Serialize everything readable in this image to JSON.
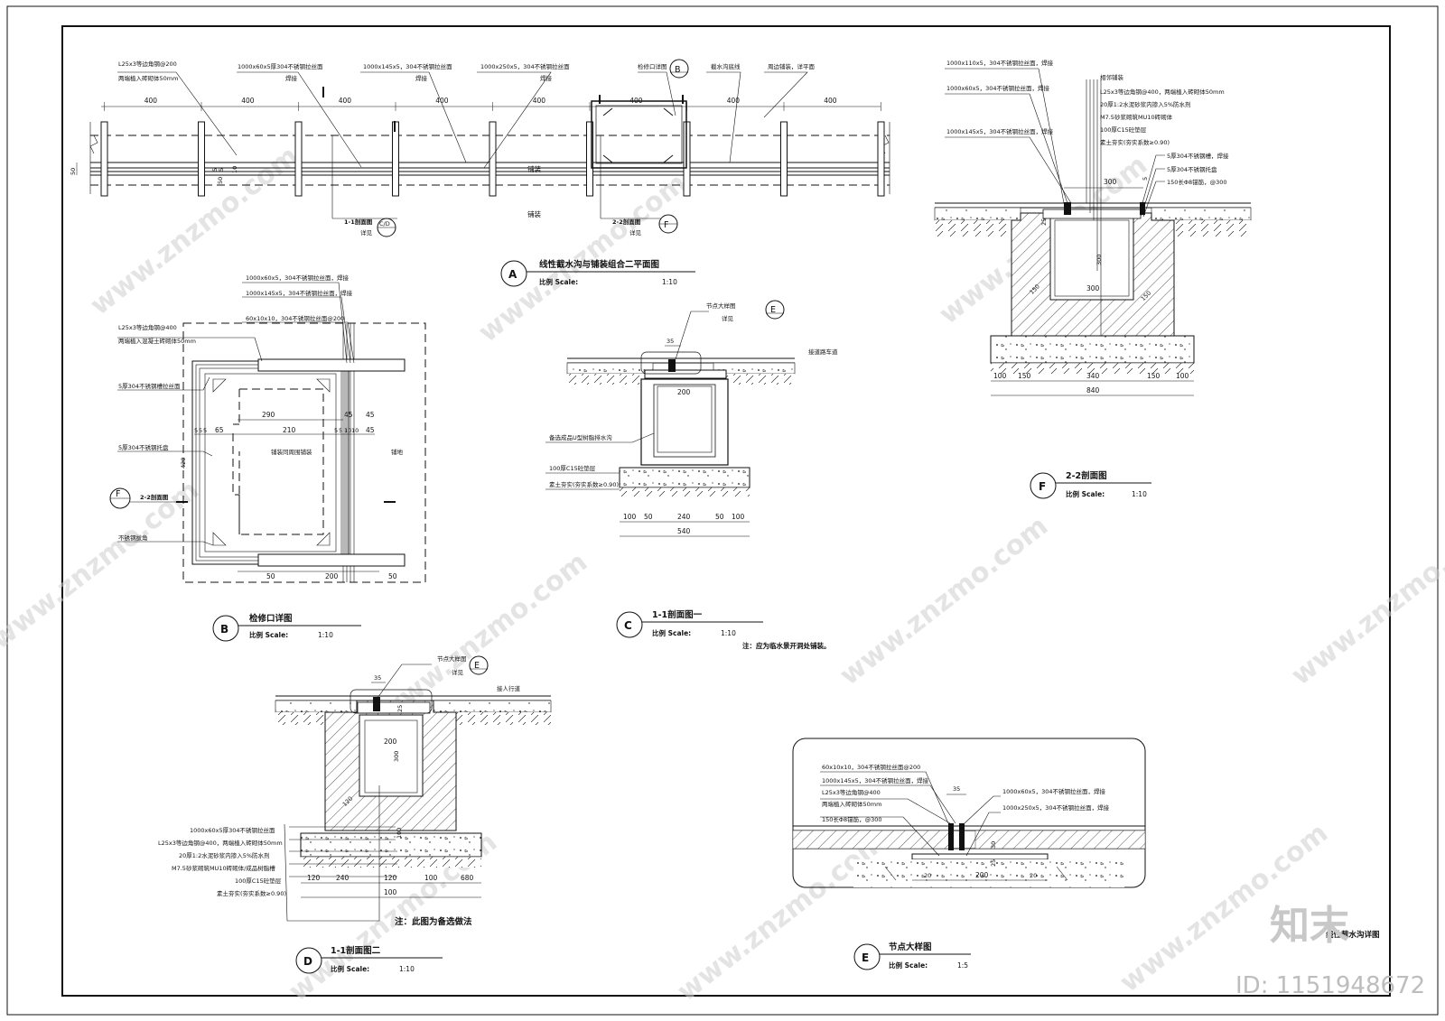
{
  "watermark": {
    "text": "www.znzmo.com",
    "text2": "知末网",
    "logo_text": "知末",
    "id_text": "ID: 1151948672"
  },
  "title_block": {
    "text": "线性截水沟详图"
  },
  "planA": {
    "title": "线性截水沟与铺装组合二平面图",
    "marker": "A",
    "scale_label": "比例 Scale:",
    "scale": "1:10",
    "labels": {
      "l1": "L25x3等边角钢@200",
      "l1b": "两端植入砖砌体50mm",
      "l2": "1000x60x5厚304不锈钢拉丝面",
      "l2b": "焊接",
      "l3": "1000x145x5，304不锈钢拉丝面",
      "l3b": "焊接",
      "l4": "1000x250x5，304不锈钢拉丝面",
      "l4b": "焊接",
      "l5": "检修口详图",
      "l6": "截水沟底线",
      "l7": "周边铺装，详平面",
      "paving1": "铺装",
      "paving2": "铺装",
      "sec1": "1-1剖面图",
      "sec1ref": "C/D",
      "sec1see": "详见",
      "sec2": "2-2剖面图",
      "sec2ref": "F",
      "sec2see": "详见",
      "refB": "B"
    },
    "dims": [
      "400",
      "400",
      "400",
      "400",
      "400",
      "400",
      "400",
      "400"
    ],
    "side_dims": [
      "50",
      "5",
      "5",
      "10",
      "50"
    ]
  },
  "planB": {
    "title": "检修口详图",
    "marker": "B",
    "scale_label": "比例 Scale:",
    "scale": "1:10",
    "labels": {
      "l1": "1000x60x5，304不锈钢拉丝面，焊接",
      "l2": "1000x145x5，304不锈钢拉丝面，焊接",
      "l3": "60x10x10，304不锈钢拉丝面@200",
      "l4": "L25x3等边角钢@400",
      "l4b": "两端植入混凝土砖砌体50mm",
      "l5": "5厚304不锈钢槽拉丝面",
      "l6": "5厚304不锈钢托盘",
      "l7": "不锈钢拔角",
      "inner": "铺装同周围铺装",
      "outer": "铺地",
      "sec": "2-2剖面图",
      "secref": "F"
    },
    "dims": {
      "d290": "290",
      "d45a": "45",
      "d45b": "45",
      "d5a": "5",
      "d5b": "5",
      "d5c": "5",
      "d65": "65",
      "d210": "210",
      "d5d": "5",
      "d5e": "5",
      "d10a": "10",
      "d10b": "10",
      "d45c": "45",
      "d50a": "50",
      "d200": "200",
      "d50b": "50",
      "d420": "420"
    }
  },
  "secC": {
    "title": "1-1剖面图一",
    "marker": "C",
    "scale_label": "比例 Scale:",
    "scale": "1:10",
    "note": "注：应为临水景开洞处铺装。",
    "labels": {
      "node": "节点大样图",
      "nodeRef": "E",
      "see": "详见",
      "road": "接道路车道",
      "l1": "备选成品U型树脂排水沟",
      "l2": "100厚C15砼垫层",
      "l3": "素土夯实(夯实系数≥0.90)"
    },
    "dims": [
      "35",
      "200",
      "100",
      "50",
      "240",
      "50",
      "100",
      "540"
    ]
  },
  "secD": {
    "title": "1-1剖面图二",
    "marker": "D",
    "scale_label": "比例 Scale:",
    "scale": "1:10",
    "note": "注：此图为备选做法",
    "labels": {
      "node": "节点大样图",
      "nodeRef": "E",
      "see": "详见",
      "road": "接人行道",
      "l1": "1000x60x5厚304不锈钢拉丝面",
      "l2": "L25x3等边角钢@400，两端植入砖砌体50mm",
      "l3": "20厚1:2水泥砂浆内掺入5%防水剂",
      "l4": "M7.5砂浆砌筑MU10砖砌体/成品树脂槽",
      "l5": "100厚C15砼垫层",
      "l6": "素土夯实(夯实系数≥0.90)"
    },
    "dims": [
      "35",
      "200",
      "300",
      "100",
      "120",
      "240",
      "120",
      "100",
      "680",
      "25",
      "100",
      "120"
    ]
  },
  "secE": {
    "title": "节点大样图",
    "marker": "E",
    "scale_label": "比例 Scale:",
    "scale": "1:5",
    "labels": {
      "l1": "60x10x10，304不锈钢拉丝面@200",
      "l2": "1000x145x5，304不锈钢拉丝面，焊接",
      "l3": "L25x3等边角钢@400",
      "l3b": "两端植入砖砌体50mm",
      "l4": "150长Φ8锚筋，@300",
      "l5": "1000x60x5，304不锈钢拉丝面，焊接",
      "l6": "1000x250x5，304不锈钢拉丝面，焊接"
    },
    "dims": [
      "35",
      "20",
      "200",
      "20",
      "30",
      "25"
    ]
  },
  "secF": {
    "title": "2-2剖面图",
    "marker": "F",
    "scale_label": "比例 Scale:",
    "scale": "1:10",
    "labels": {
      "l1": "1000x110x5，304不锈钢拉丝面，焊接",
      "l2": "1000x60x5，304不锈钢拉丝面，焊接",
      "l3": "1000x145x5，304不锈钢拉丝面，焊接",
      "r1": "相邻铺装",
      "r2": "L25x3等边角钢@400，两端植入砖砌体50mm",
      "r3": "20厚1:2水泥砂浆内掺入5%防水剂",
      "r4": "M7.5砂浆砌筑MU10砖砌体",
      "r5": "100厚C15砼垫层",
      "r6": "素土夯实(夯实系数≥0.90)",
      "r7": "5厚304不锈钢槽，焊接",
      "r8": "5厚304不锈钢托盘",
      "r9": "150长Φ8锚筋，@300"
    },
    "dims": [
      "300",
      "5",
      "25",
      "300",
      "300",
      "150",
      "150",
      "100",
      "150",
      "340",
      "150",
      "100",
      "840"
    ]
  }
}
